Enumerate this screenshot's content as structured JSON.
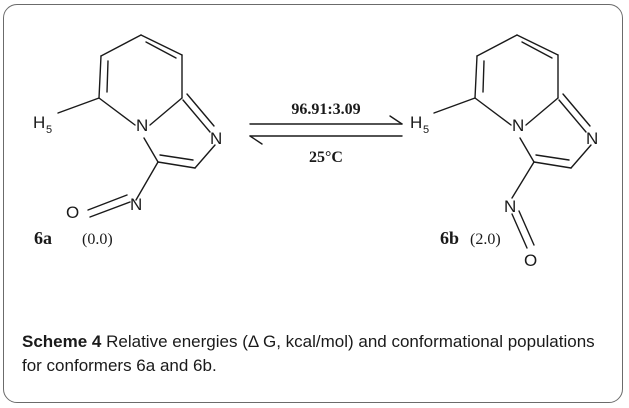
{
  "reaction": {
    "ratio_label": "96.91:3.09",
    "temperature_label": "25°C"
  },
  "molecules": [
    {
      "id_label": "6a",
      "energy_label": "(0.0)",
      "atoms": {
        "ring_n": "N",
        "imidazole_n": "N",
        "nitroso_n": "N",
        "nitroso_o": "O",
        "methyl_h": "H",
        "methyl_sub": "5"
      }
    },
    {
      "id_label": "6b",
      "energy_label": "(2.0)",
      "atoms": {
        "ring_n": "N",
        "imidazole_n": "N",
        "nitroso_n": "N",
        "nitroso_o": "O",
        "methyl_h": "H",
        "methyl_sub": "5"
      }
    }
  ],
  "caption": {
    "lead": "Scheme 4",
    "text": " Relative energies (Δ G, kcal/mol) and conformational populations for conformers 6a and 6b."
  }
}
